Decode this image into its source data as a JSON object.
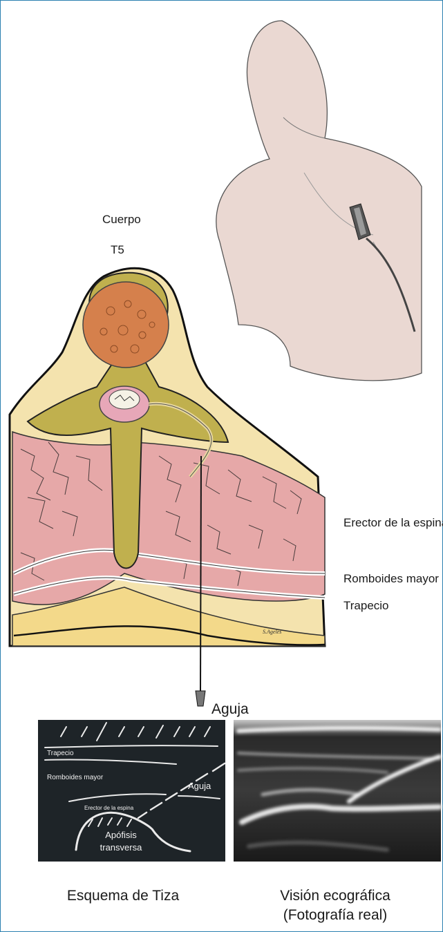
{
  "illustration": {
    "labels": {
      "cuerpo": "Cuerpo",
      "t5": "T5",
      "erector": "Erector de la espina",
      "romboides": "Romboides mayor",
      "trapecio": "Trapecio",
      "aguja": "Aguja"
    },
    "signature": "S.Ageles"
  },
  "chalk_panel": {
    "trapecio": "Trapecio",
    "romboides": "Romboides mayor",
    "erector": "Erector de la espina",
    "aguja": "Aguja",
    "apofisis_line1": "Apófisis",
    "apofisis_line2": "transversa",
    "caption": "Esquema de Tiza"
  },
  "ultrasound_panel": {
    "caption_line1": "Visión ecográfica",
    "caption_line2": "(Fotografía real)"
  },
  "colors": {
    "border": "#2a7fb0",
    "bone": "#bfb050",
    "muscle": "#e8a6a6",
    "fat": "#f2dc95",
    "chalkboard": "#1e2428"
  }
}
